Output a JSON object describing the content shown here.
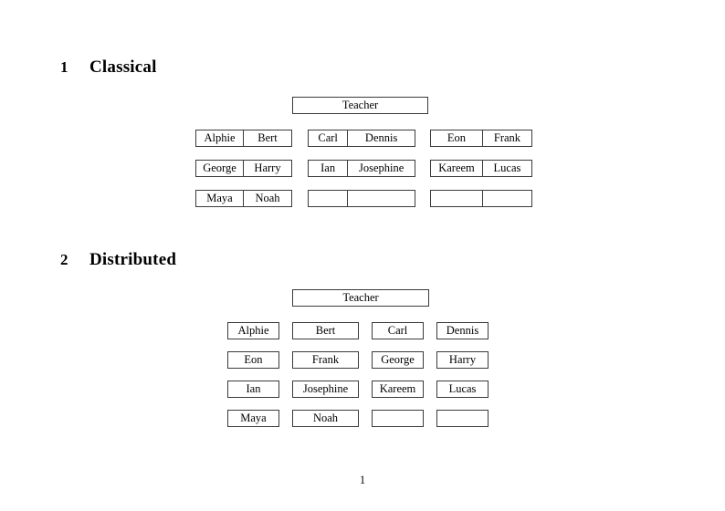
{
  "document": {
    "page_number": "1",
    "sections": [
      {
        "number": "1",
        "title": "Classical",
        "layout": "grouped-pairs",
        "teacher_label": "Teacher",
        "rows": [
          {
            "groups": [
              {
                "cells": [
                  "Alphie",
                  "Bert"
                ]
              },
              {
                "cells": [
                  "Carl",
                  "Dennis"
                ]
              },
              {
                "cells": [
                  "Eon",
                  "Frank"
                ]
              }
            ]
          },
          {
            "groups": [
              {
                "cells": [
                  "George",
                  "Harry"
                ]
              },
              {
                "cells": [
                  "Ian",
                  "Josephine"
                ]
              },
              {
                "cells": [
                  "Kareem",
                  "Lucas"
                ]
              }
            ]
          },
          {
            "groups": [
              {
                "cells": [
                  "Maya",
                  "Noah"
                ]
              },
              {
                "cells": [
                  "",
                  ""
                ]
              },
              {
                "cells": [
                  "",
                  ""
                ]
              }
            ]
          }
        ]
      },
      {
        "number": "2",
        "title": "Distributed",
        "layout": "separate-boxes",
        "teacher_label": "Teacher",
        "rows": [
          {
            "cells": [
              "Alphie",
              "Bert",
              "Carl",
              "Dennis"
            ]
          },
          {
            "cells": [
              "Eon",
              "Frank",
              "George",
              "Harry"
            ]
          },
          {
            "cells": [
              "Ian",
              "Josephine",
              "Kareem",
              "Lucas"
            ]
          },
          {
            "cells": [
              "Maya",
              "Noah",
              "",
              ""
            ]
          }
        ]
      }
    ]
  },
  "colors": {
    "page_background": "#ffffff",
    "text": "#000000",
    "border": "#3a3a3a"
  }
}
